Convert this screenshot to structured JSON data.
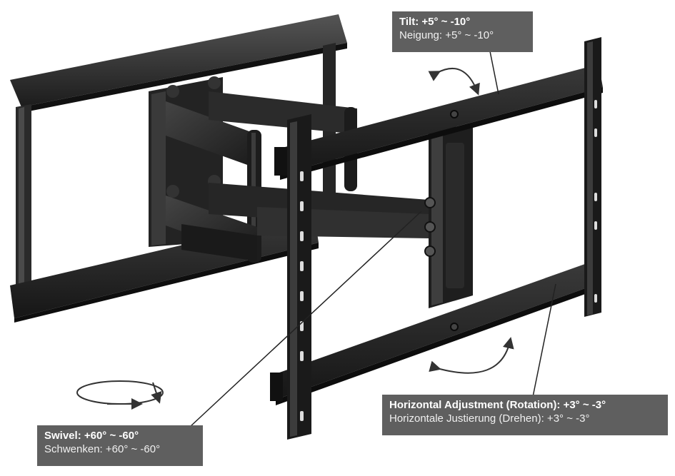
{
  "colors": {
    "metal_dark": "#1e1e1e",
    "metal_mid": "#2e2e2e",
    "metal_light": "#4a4a4a",
    "callout_bg": "#5f5f5f",
    "callout_text": "#ffffff",
    "leader_line": "#222222"
  },
  "callouts": {
    "tilt": {
      "title": "Tilt: +5° ~ -10°",
      "subtitle": "Neigung: +5° ~ -10°"
    },
    "swivel": {
      "title": "Swivel: +60° ~ -60°",
      "subtitle": "Schwenken: +60° ~ -60°"
    },
    "horizontal": {
      "title": "Horizontal Adjustment (Rotation): +3° ~ -3°",
      "subtitle": "Horizontale Justierung (Drehen): +3° ~ -3°"
    }
  },
  "icons": [
    "tilt-arrow-icon",
    "swivel-ellipse-arrow-icon",
    "rotation-arrow-icon"
  ]
}
